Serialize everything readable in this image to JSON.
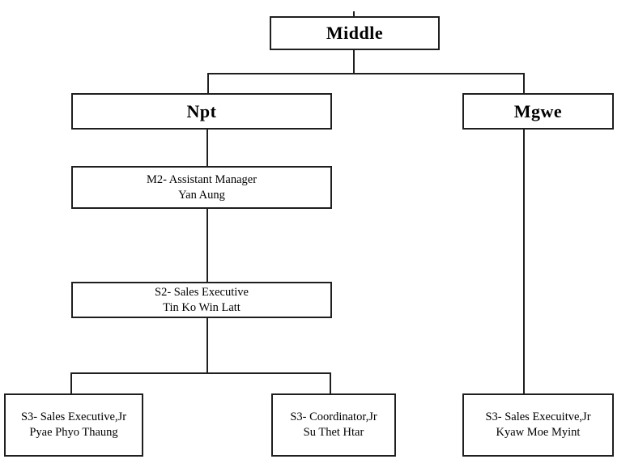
{
  "chart": {
    "type": "org-chart",
    "root": {
      "label": "Middle"
    },
    "branches": [
      {
        "id": "npt",
        "label": "Npt"
      },
      {
        "id": "mgwe",
        "label": "Mgwe"
      }
    ],
    "nodes": {
      "m2": {
        "role": "M2- Assistant Manager",
        "name": "Yan Aung"
      },
      "s2": {
        "role": "S2- Sales Executive",
        "name": "Tin Ko Win Latt"
      },
      "s3a": {
        "role": "S3- Sales Executive,Jr",
        "name": "Pyae Phyo Thaung"
      },
      "s3b": {
        "role": "S3- Coordinator,Jr",
        "name": "Su Thet Htar"
      },
      "s3c": {
        "role": "S3- Sales Execuitve,Jr",
        "name": "Kyaw Moe Myint"
      }
    },
    "edges": [
      {
        "parent": "Middle",
        "child": "Npt"
      },
      {
        "parent": "Middle",
        "child": "Mgwe"
      },
      {
        "parent": "Npt",
        "child": "M2- Assistant Manager / Yan Aung"
      },
      {
        "parent": "M2- Assistant Manager / Yan Aung",
        "child": "S2- Sales Executive / Tin Ko Win Latt"
      },
      {
        "parent": "S2- Sales Executive / Tin Ko Win Latt",
        "child": "S3- Sales Executive,Jr / Pyae Phyo Thaung"
      },
      {
        "parent": "S2- Sales Executive / Tin Ko Win Latt",
        "child": "S3- Coordinator,Jr / Su Thet Htar"
      },
      {
        "parent": "Mgwe",
        "child": "S3- Sales Execuitve,Jr / Kyaw Moe Myint"
      }
    ],
    "colors": {
      "border": "#1f1f1f",
      "text": "#000000",
      "background": "#ffffff"
    }
  }
}
